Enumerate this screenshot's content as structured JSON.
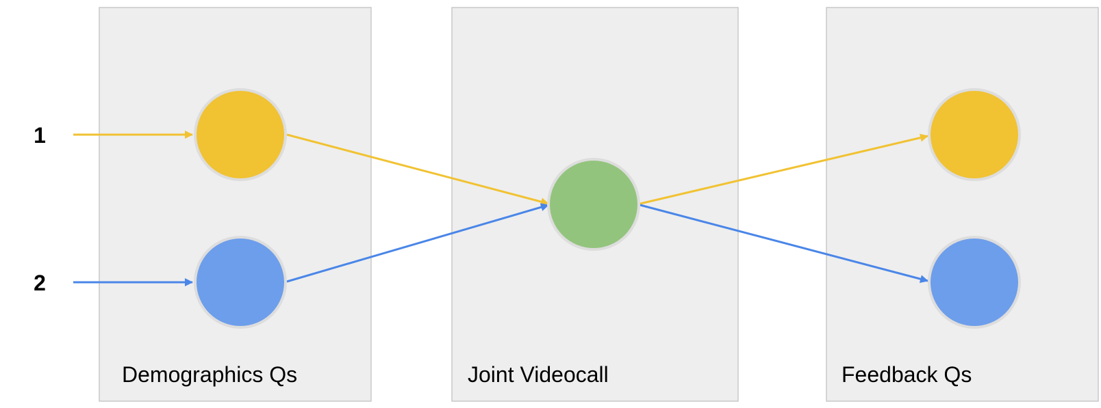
{
  "stages": [
    {
      "label": "Demographics Qs"
    },
    {
      "label": "Joint Videocall"
    },
    {
      "label": "Feedback Qs"
    }
  ],
  "participants": [
    {
      "label": "1",
      "color": "#f1c232"
    },
    {
      "label": "2",
      "color": "#6d9eeb"
    }
  ],
  "joint_node_color": "#93c47d",
  "arrow_colors": {
    "participant_1": "#f1c232",
    "participant_2": "#4a86e8"
  },
  "panel_fill": "#eeeeee",
  "panel_border": "#c9c9c9",
  "node_border": "#dddddd"
}
